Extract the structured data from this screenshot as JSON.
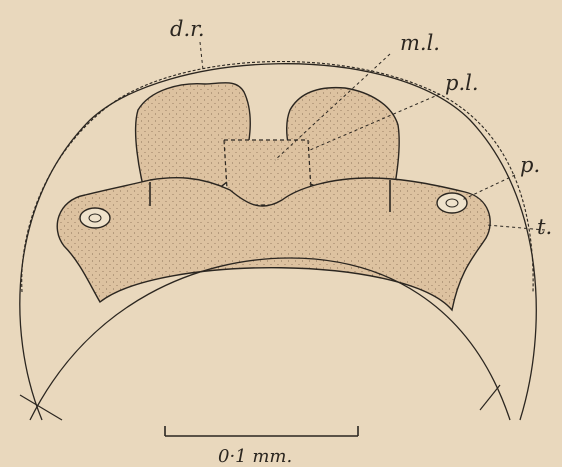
{
  "figure": {
    "labels": {
      "dr": "d.r.",
      "ml": "m.l.",
      "pl": "p.l.",
      "p": "p.",
      "t": "t."
    },
    "scale_bar": {
      "label": "0·1 mm."
    }
  },
  "colors": {
    "paper": "#e9d8bd",
    "ink": "#2b2620",
    "tissue": "#ddc2a0"
  }
}
